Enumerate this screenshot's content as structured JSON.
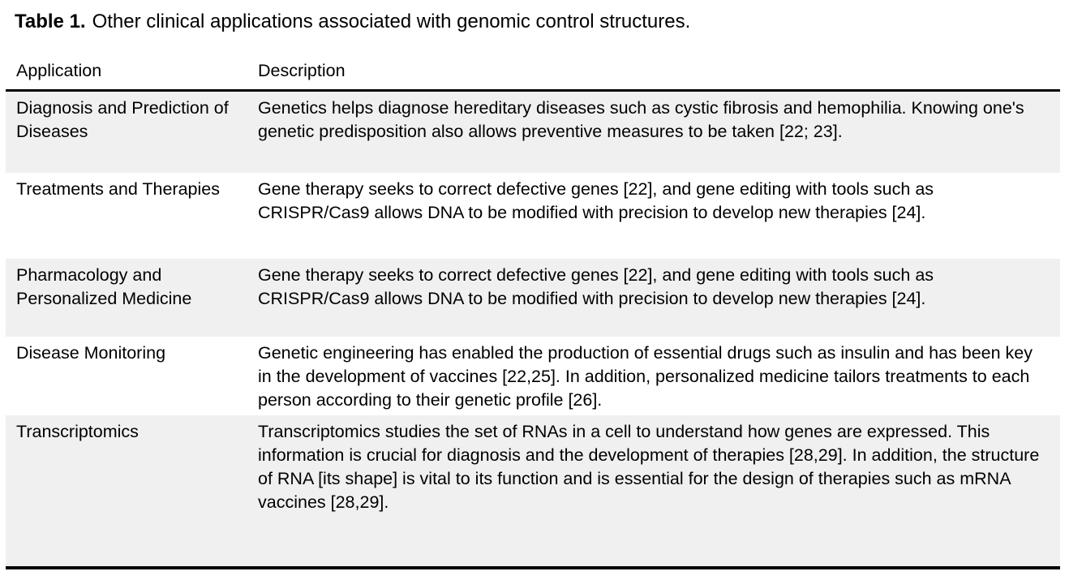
{
  "caption": {
    "label": "Table 1.",
    "text": "Other clinical applications associated with genomic control structures."
  },
  "table": {
    "columns": [
      "Application",
      "Description"
    ],
    "rows": [
      {
        "application": "Diagnosis and Prediction of Diseases",
        "description": "Genetics helps diagnose hereditary diseases such as cystic fibrosis and hemophilia. Knowing one's genetic predisposition also allows preventive measures to be taken [22; 23]."
      },
      {
        "application": "Treatments and Therapies",
        "description": "Gene therapy seeks to correct defective genes [22], and gene editing with tools such as CRISPR/Cas9 allows DNA to be modified with precision to develop new therapies [24]."
      },
      {
        "application": "Pharmacology and Personalized Medicine",
        "description": "Gene therapy seeks to correct defective genes [22], and gene editing with tools such as CRISPR/Cas9 allows DNA to be modified with precision to develop new therapies [24]."
      },
      {
        "application": "Disease Monitoring",
        "description": "Genetic engineering has enabled the production of essential drugs such as insulin and has been key in the development of vaccines [22,25]. In addition, personalized medicine tailors treatments to each person according to their genetic profile [26]."
      },
      {
        "application": "Transcriptomics",
        "description": "Transcriptomics studies the set of RNAs in a cell to understand how genes are expressed. This information is crucial for diagnosis and the development of therapies [28,29]. In addition, the structure of RNA [its shape] is vital to its function and is essential for the design of therapies such as mRNA vaccines [28,29]."
      }
    ],
    "colors": {
      "row_alt_background": "#f0f0f0",
      "rule": "#000000",
      "text": "#000000"
    }
  }
}
